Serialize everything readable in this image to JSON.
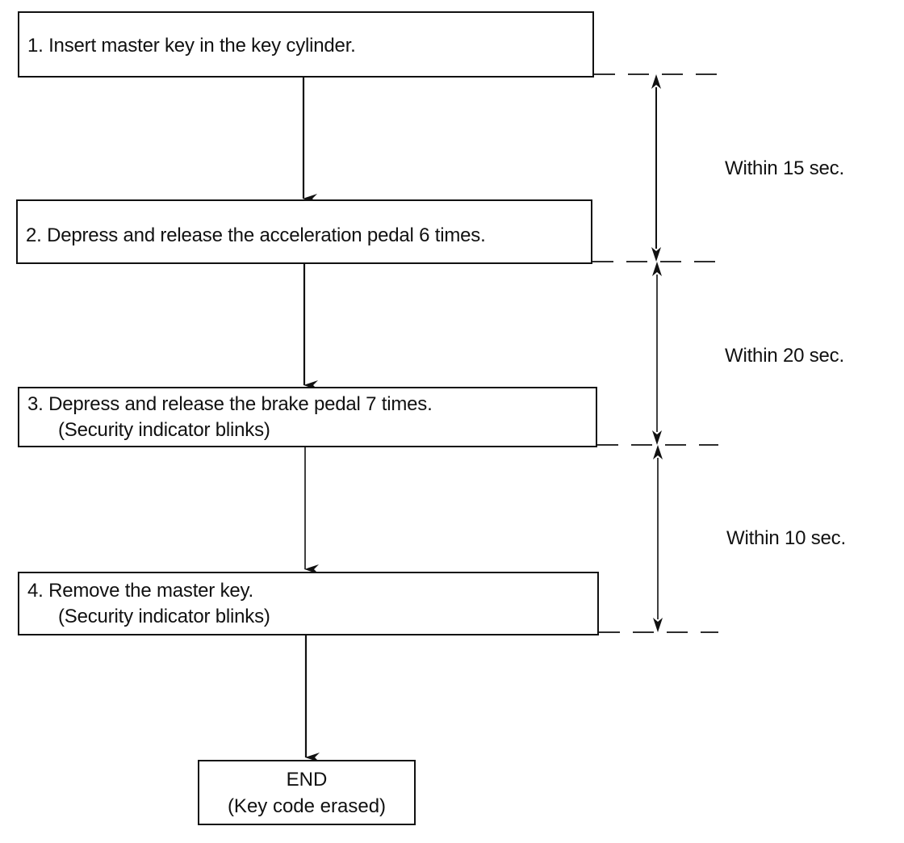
{
  "steps": [
    {
      "line1": "1.  Insert master key in the key cylinder.",
      "line2": ""
    },
    {
      "line1": "2.  Depress and release the acceleration pedal 6 times.",
      "line2": ""
    },
    {
      "line1": "3.  Depress and release the brake pedal 7 times.",
      "line2": "(Security indicator blinks)"
    },
    {
      "line1": "4.  Remove the master key.",
      "line2": "(Security indicator blinks)"
    }
  ],
  "end": {
    "title": "END",
    "subtitle": "(Key code erased)"
  },
  "intervals": [
    {
      "label": "Within 15 sec."
    },
    {
      "label": "Within 20 sec."
    },
    {
      "label": "Within 10 sec."
    }
  ]
}
